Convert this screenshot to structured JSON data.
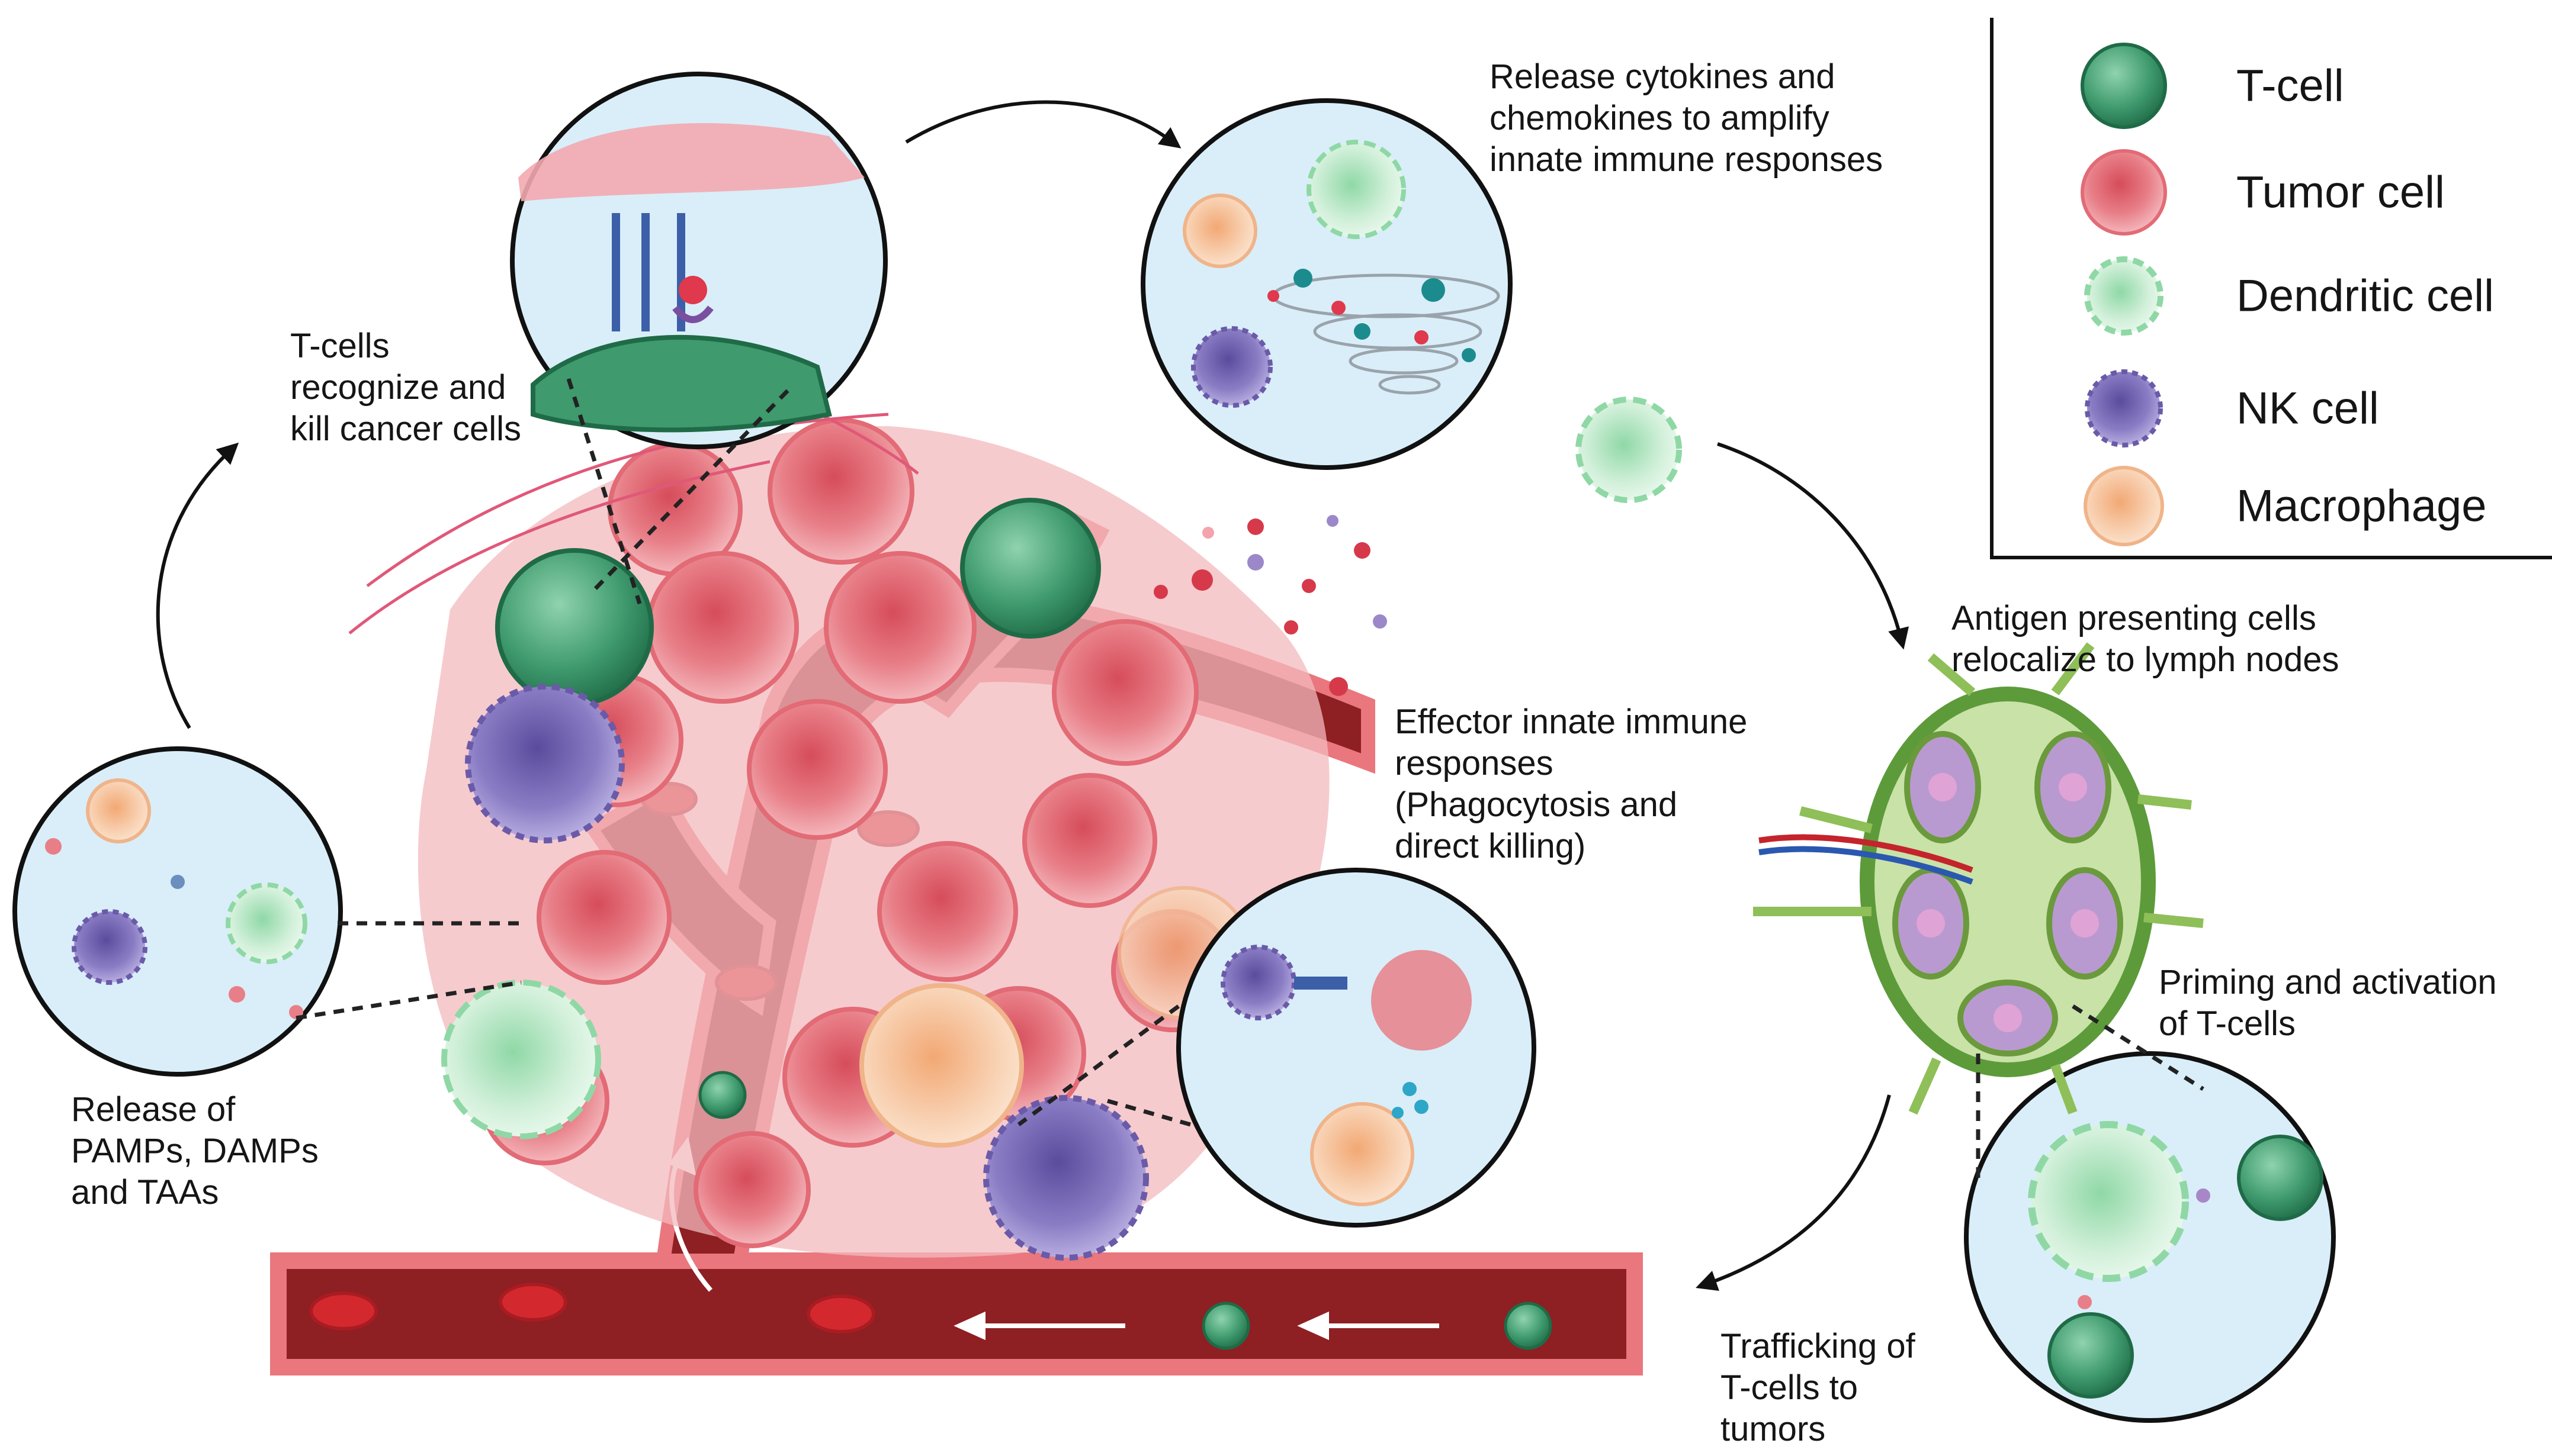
{
  "labels": {
    "tcells_recognize": "T-cells\nrecognize and\nkill cancer cells",
    "release_cytokines": "Release cytokines and\nchemokines to amplify\ninnate immune responses",
    "antigen_presenting": "Antigen presenting cells\nrelocalize to lymph nodes",
    "effector_innate": "Effector innate immune\nresponses\n(Phagocytosis and\ndirect killing)",
    "priming": "Priming and activation\nof T-cells",
    "trafficking": "Trafficking of\nT-cells to\ntumors",
    "release_pamps": "Release of\nPAMPs, DAMPs\nand TAAs"
  },
  "legend": [
    {
      "label": "T-cell",
      "icon": "t-cell-icon",
      "color": "#3f9a6e"
    },
    {
      "label": "Tumor cell",
      "icon": "tumor-cell-icon",
      "color": "#e87f88"
    },
    {
      "label": "Dendritic cell",
      "icon": "dendritic-cell-icon",
      "color": "#bfe8c9"
    },
    {
      "label": "NK cell",
      "icon": "nk-cell-icon",
      "color": "#7f6fb5"
    },
    {
      "label": "Macrophage",
      "icon": "macrophage-icon",
      "color": "#f6c6a4"
    }
  ],
  "colors": {
    "vessel": "#8e1f22",
    "vessel_wall": "#e9777d",
    "inset_bg": "#d9eef9",
    "tumor": "#ee9aa1",
    "lymph_node": "#5d9b3a"
  }
}
